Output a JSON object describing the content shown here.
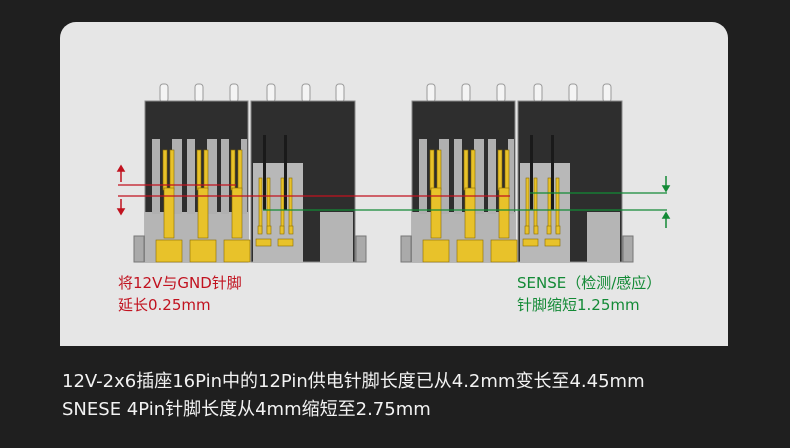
{
  "diagram": {
    "left_label": {
      "line1": "将12V与GND针脚",
      "line2": "延长0.25mm"
    },
    "right_label": {
      "line1": "SENSE（检测/感应）",
      "line2": "针脚缩短1.25mm"
    },
    "colors": {
      "power": "#c1121f",
      "sense": "#138a36",
      "pin": "#e8c22a",
      "housing": "#2e2e2e"
    }
  },
  "caption": {
    "line1": "12V-2x6插座16Pin中的12Pin供电针脚长度已从4.2mm变长至4.45mm",
    "line2": "SNESE 4Pin针脚长度从4mm缩短至2.75mm"
  }
}
